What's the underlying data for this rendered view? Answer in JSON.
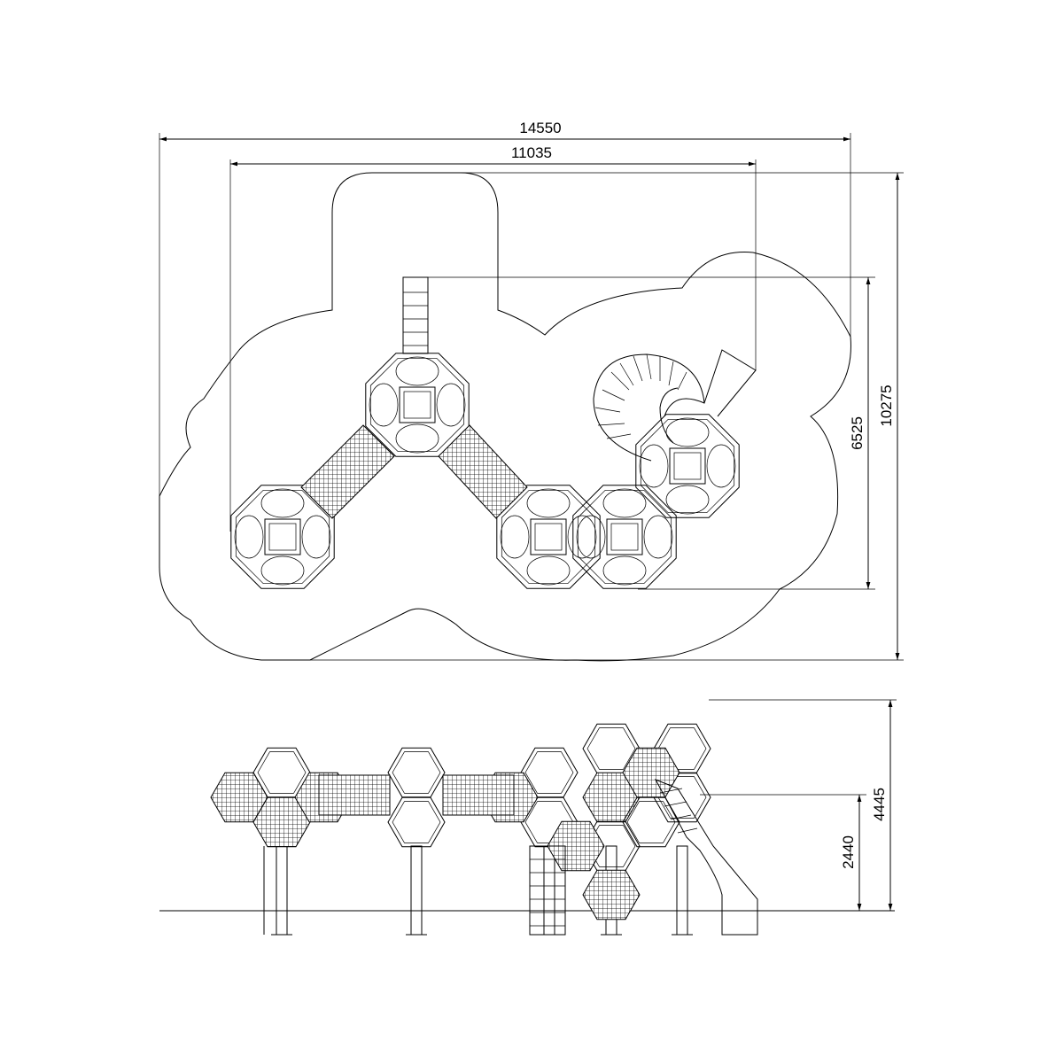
{
  "drawing": {
    "plan_view": {
      "dimensions": {
        "overall_width": "14550",
        "structure_width": "11035",
        "structure_depth": "6525",
        "overall_depth": "10275"
      }
    },
    "elevation_view": {
      "dimensions": {
        "platform_height": "2440",
        "overall_height": "4445"
      }
    },
    "line_color": "#000000",
    "background_color": "#ffffff"
  }
}
